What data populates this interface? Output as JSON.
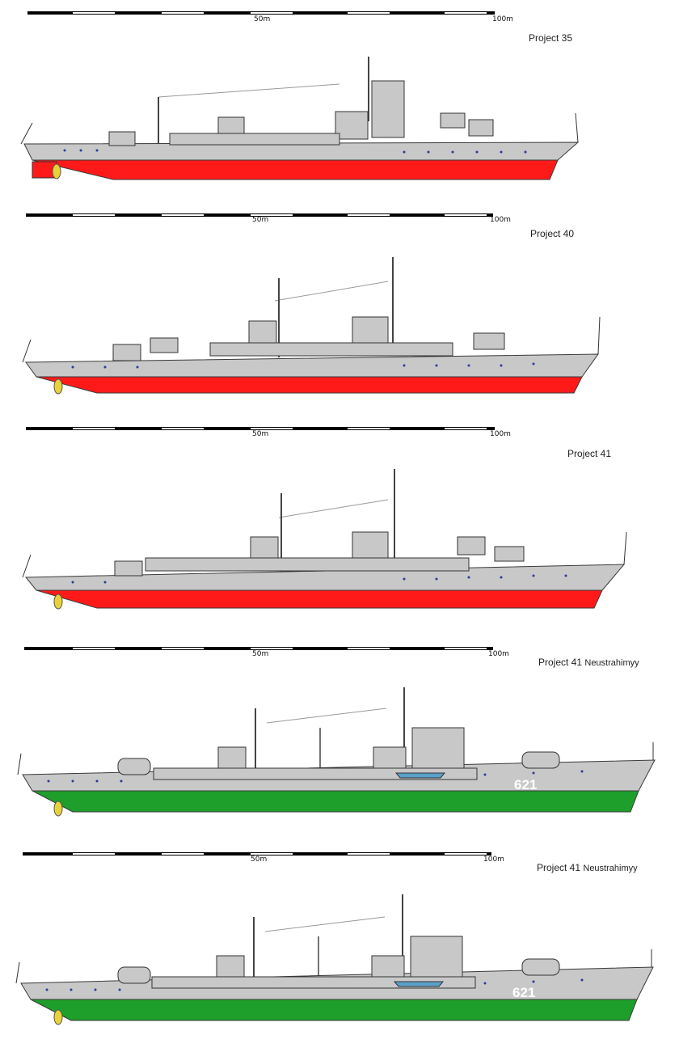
{
  "scale": {
    "mid_label": "50m",
    "end_label": "100m"
  },
  "panels": [
    {
      "project": "Project 35",
      "suffix": "",
      "hull_color": "#ff1a1a",
      "pennant": ""
    },
    {
      "project": "Project 40",
      "suffix": "",
      "hull_color": "#ff1a1a",
      "pennant": ""
    },
    {
      "project": "Project 41",
      "suffix": "",
      "hull_color": "#ff1a1a",
      "pennant": ""
    },
    {
      "project": "Project 41",
      "suffix": "Neustrahimyy",
      "hull_color": "#1e9e2a",
      "pennant": "621"
    },
    {
      "project": "Project 41",
      "suffix": "Neustrahimyy",
      "hull_color": "#1e9e2a",
      "pennant": "621"
    }
  ],
  "colors": {
    "superstructure": "#c8c8c8",
    "outline": "#3a3a3a",
    "portholes": "#2a3a9a",
    "propeller": "#e8d23a"
  }
}
